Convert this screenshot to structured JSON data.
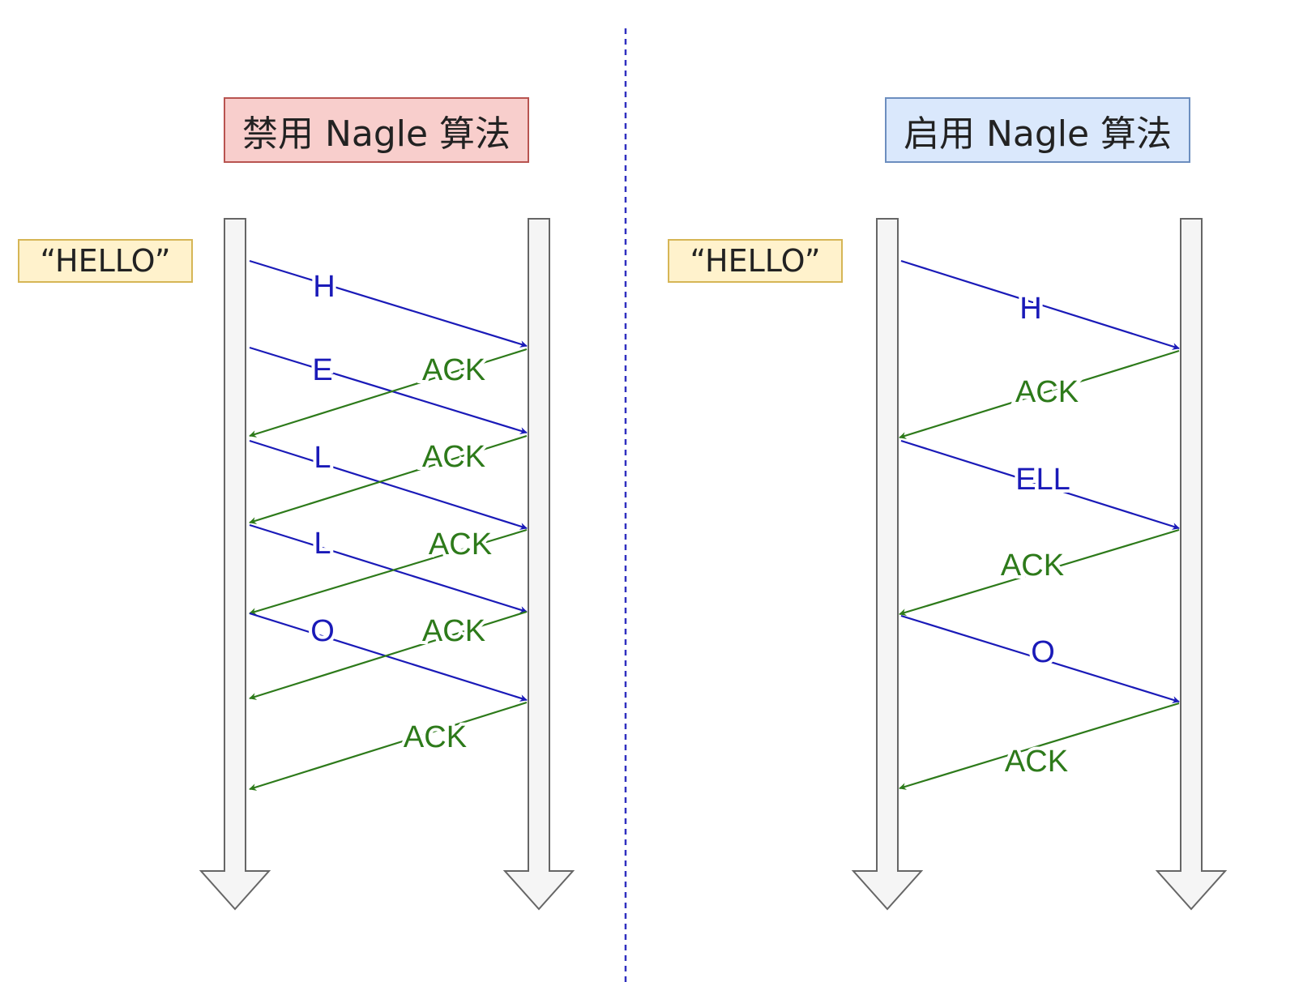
{
  "left_panel": {
    "title": "禁用 Nagle 算法",
    "data_label": "“HELLO”",
    "messages": [
      {
        "label": "H",
        "kind": "data"
      },
      {
        "label": "E",
        "kind": "data"
      },
      {
        "label": "ACK",
        "kind": "ack"
      },
      {
        "label": "L",
        "kind": "data"
      },
      {
        "label": "ACK",
        "kind": "ack"
      },
      {
        "label": "L",
        "kind": "data"
      },
      {
        "label": "ACK",
        "kind": "ack"
      },
      {
        "label": "O",
        "kind": "data"
      },
      {
        "label": "ACK",
        "kind": "ack"
      },
      {
        "label": "ACK",
        "kind": "ack"
      }
    ]
  },
  "right_panel": {
    "title": "启用 Nagle 算法",
    "data_label": "“HELLO”",
    "messages": [
      {
        "label": "H",
        "kind": "data"
      },
      {
        "label": "ACK",
        "kind": "ack"
      },
      {
        "label": "ELL",
        "kind": "data"
      },
      {
        "label": "ACK",
        "kind": "ack"
      },
      {
        "label": "O",
        "kind": "data"
      },
      {
        "label": "ACK",
        "kind": "ack"
      }
    ]
  },
  "colors": {
    "data_arrow": "#1a1ab8",
    "ack_arrow": "#2d7a1a",
    "timeline_fill": "#f5f5f5",
    "timeline_stroke": "#666666",
    "divider": "#3030c0"
  }
}
